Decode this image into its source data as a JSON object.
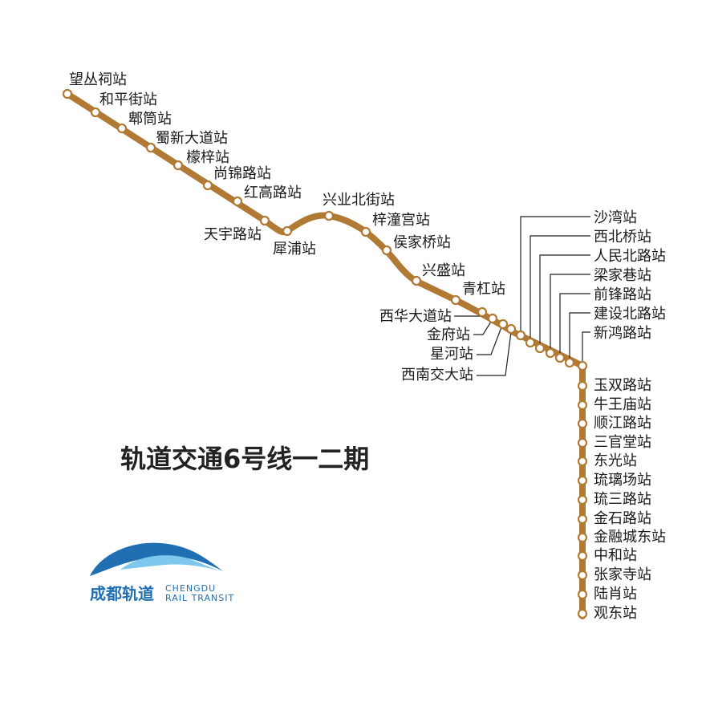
{
  "title": "轨道交通6号线一二期",
  "colors": {
    "line": "#b07a35",
    "station_fill": "#ffffff",
    "leader": "#222222",
    "logo": "#1f6fb2",
    "logo_light": "#7ec8ee"
  },
  "logo": {
    "cn": "成都轨道",
    "en_1": "CHENGDU",
    "en_2": "RAIL TRANSIT"
  },
  "stations": [
    "望丛祠站",
    "和平街站",
    "郫筒站",
    "蜀新大道站",
    "檬梓站",
    "尚锦路站",
    "红高路站",
    "天宇路站",
    "犀浦站",
    "兴业北街站",
    "梓潼宫站",
    "侯家桥站",
    "兴盛站",
    "青杠站",
    "西华大道站",
    "金府站",
    "星河站",
    "西南交大站",
    "沙湾站",
    "西北桥站",
    "人民北路站",
    "梁家巷站",
    "前锋路站",
    "建设北路站",
    "新鸿路站",
    "玉双路站",
    "牛王庙站",
    "顺江路站",
    "三官堂站",
    "东光站",
    "琉璃场站",
    "琉三路站",
    "金石路站",
    "金融城东站",
    "中和站",
    "张家寺站",
    "陆肖站",
    "观东站"
  ]
}
